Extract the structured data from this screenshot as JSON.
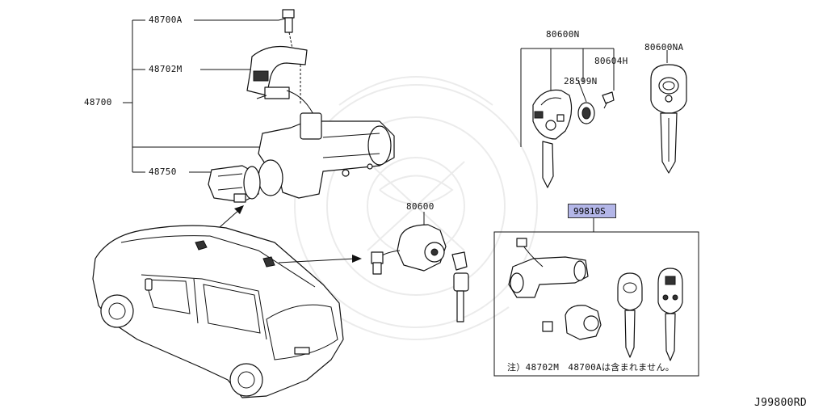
{
  "labels": {
    "p48700A": "48700A",
    "p48702M": "48702M",
    "p48700": "48700",
    "p48750": "48750",
    "p80600": "80600",
    "p80600N": "80600N",
    "p80604H": "80604H",
    "p28599N": "28599N",
    "p80600NA": "80600NA",
    "p99810S": "99810S"
  },
  "note": "注）48702M　48700Aは含まれません。",
  "diagram_id": "J99800RD",
  "colors": {
    "highlight": "#b3b6e8",
    "line": "#111111",
    "watermark": "#e6e6e6"
  },
  "icons": [
    "ignition-switch-assembly",
    "steering-lock",
    "key-cylinder",
    "blank-key",
    "key-fob",
    "vehicle-silhouette",
    "watermark-emblem"
  ]
}
